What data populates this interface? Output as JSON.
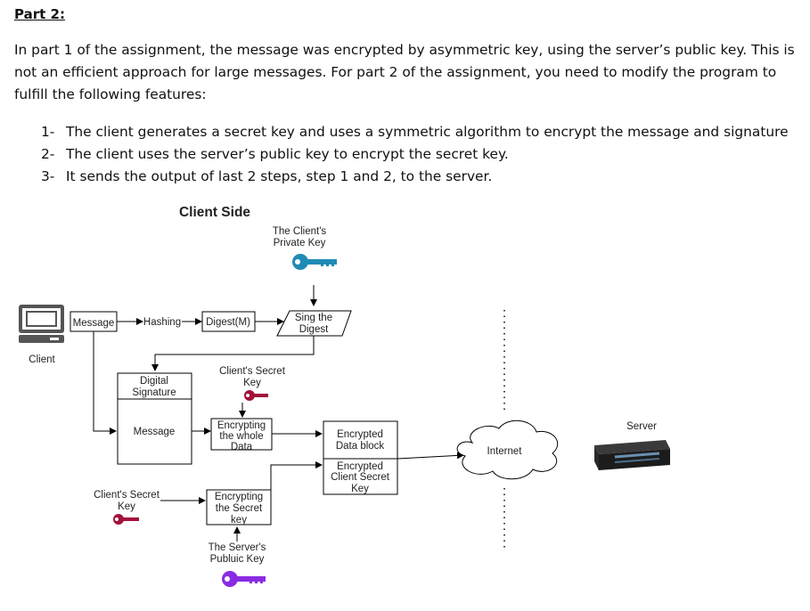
{
  "document": {
    "part_title": "Part 2:",
    "intro": "In part 1 of the assignment, the message was encrypted by asymmetric key, using the server’s public key. This is not an efficient approach for large messages. For part 2 of the assignment, you need to modify the program to fulfill the following features:",
    "steps": [
      {
        "num": "1-",
        "text": "The client generates a secret key and uses a symmetric algorithm to encrypt the message and signature"
      },
      {
        "num": "2-",
        "text": "The client uses the server’s public key to encrypt the secret key."
      },
      {
        "num": "3-",
        "text": "It sends the output of last 2 steps, step 1 and 2, to the server."
      }
    ]
  },
  "diagram": {
    "title": "Client Side",
    "client_label": "Client",
    "server_label": "Server",
    "internet_label": "Internet",
    "private_key_label": [
      "The Client's",
      "Private Key"
    ],
    "message": "Message",
    "hashing": "Hashing",
    "digest": "Digest(M)",
    "sign_digest": [
      "Sing the",
      "Digest"
    ],
    "digital_signature": [
      "Digital",
      "Signature"
    ],
    "message2": "Message",
    "secret_key_label": [
      "Client's Secret",
      "Key"
    ],
    "encrypting_data": [
      "Encrypting",
      "the whole",
      "Data"
    ],
    "encrypted_data": [
      "Encrypted",
      "Data block"
    ],
    "encrypted_key": [
      "Encrypted",
      "Client Secret",
      "Key"
    ],
    "secret_key_label2": [
      "Client's Secret",
      "Key"
    ],
    "encrypting_key": [
      "Encrypting",
      "the Secret",
      "key"
    ],
    "server_public_key_label": [
      "The Server's",
      "Publuic Key"
    ],
    "colors": {
      "private_key": "#1f8bb5",
      "secret_key": "#a3123a",
      "public_key": "#8a2be2",
      "line": "#000000"
    }
  }
}
